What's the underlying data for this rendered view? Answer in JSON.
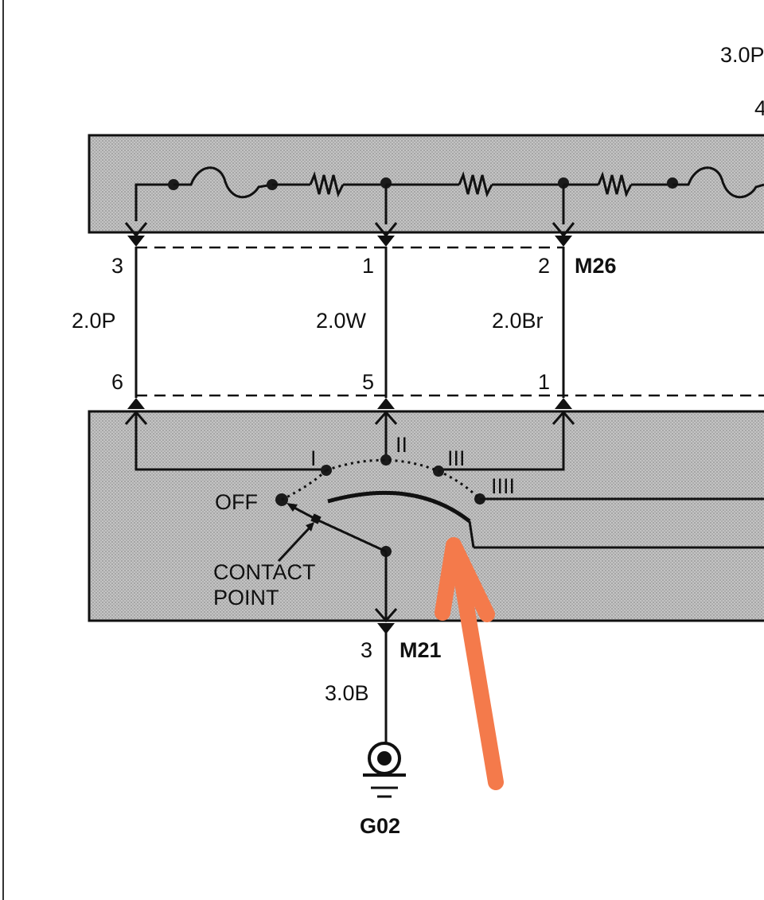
{
  "colors": {
    "panel_fill": "#b3b3b3",
    "line": "#111111",
    "annotation_arrow": "#f47a4b"
  },
  "top_right": {
    "wire_label": "3.0P",
    "pin_fragment": "4"
  },
  "connector_top": {
    "name": "M26",
    "pins": [
      "3",
      "1",
      "2"
    ]
  },
  "connector_bottom": {
    "pins": [
      "6",
      "5",
      "1"
    ]
  },
  "wires": {
    "left": "2.0P",
    "middle": "2.0W",
    "right": "2.0Br"
  },
  "switch": {
    "off_label": "OFF",
    "positions": [
      "I",
      "II",
      "III",
      "IIII"
    ],
    "contact_label_line1": "CONTACT",
    "contact_label_line2": "POINT"
  },
  "ground_connector": {
    "name": "M21",
    "pin": "3",
    "wire": "3.0B"
  },
  "ground": {
    "name": "G02"
  },
  "icons": {
    "resistor": "resistor-icon",
    "fuse": "fuse-icon",
    "ground": "ground-icon",
    "arrow": "annotation-arrow-icon"
  }
}
